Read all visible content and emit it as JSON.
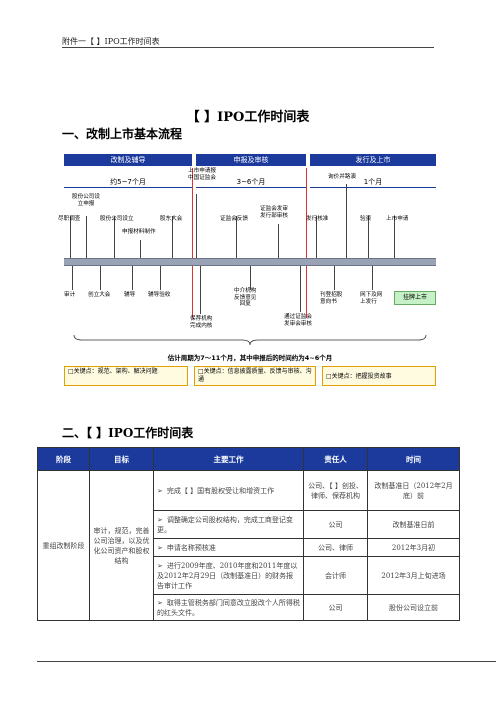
{
  "header": {
    "text": "附件一【    】IPO工作时间表"
  },
  "title": "【    】IPO工作时间表",
  "section1": "一、改制上市基本流程",
  "section2": "二、【    】IPO工作时间表",
  "flow": {
    "phases": [
      "改制及辅导",
      "申报及审核",
      "发行及上市"
    ],
    "durations": [
      "约5~7个月",
      "3~6个月",
      "1个月"
    ],
    "top_labels": [
      "尽职调查",
      "股份公司设\n立申报",
      "股份公司设立",
      "申报材料制作",
      "股东大会",
      "上市申请报\n中国证监会",
      "证监会反馈",
      "证监会发审\n发行部审核",
      "发行核准",
      "询价并路演",
      "验资",
      "上市申请"
    ],
    "bottom_labels": [
      "审计",
      "创立大会",
      "辅导",
      "辅导验收",
      "保荐机构\n完成内核",
      "中介机构\n反馈意见\n回复",
      "通过证监会\n发审会审核",
      "刊登招股\n意向书",
      "网下及网\n上发行"
    ],
    "final_step": "挂牌上市",
    "estimate": "估计周期为7～11个月，其中申报后的时间约为4~6个月",
    "keys": [
      "□关键点：规范、架构、解决问题",
      "□关键点：信息披露质量、反馈与审核、沟通",
      "□关键点：把握投资故事"
    ]
  },
  "table": {
    "headers": [
      "阶段",
      "目标",
      "主要工作",
      "责任人",
      "时间"
    ],
    "stage": "重组改制阶段",
    "goal": "审计，规范，完善公司治理，以及优化公司资产和股权结构",
    "rows": [
      {
        "work": "完成【    】国有股权受让和增资工作",
        "owner": "公司、【    】创投、律师、保荐机构",
        "time": "改制基准日（2012年2月底）前"
      },
      {
        "work": "调整确定公司股权结构，完成工商登记变更。",
        "owner": "公司",
        "time": "改制基准日前"
      },
      {
        "work": "申请名称预核准",
        "owner": "公司、律师",
        "time": "2012年3月初"
      },
      {
        "work": "进行2009年度、2010年度和2011年度以及2012年2月29日（改制基准日）的财务报告审计工作",
        "owner": "会计师",
        "time": "2012年3月上旬进场"
      },
      {
        "work": "取得主管税务部门同意改立股改个人所得税的红头文件。",
        "owner": "公司",
        "time": "股份公司设立前"
      }
    ]
  }
}
